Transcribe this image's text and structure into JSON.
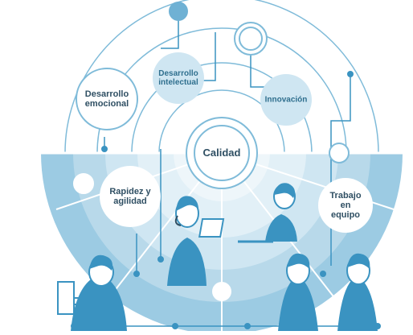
{
  "labels": {
    "desarrollo_emocional": "Desarrollo\nemocional",
    "desarrollo_intelectual": "Desarrollo\nintelectual",
    "innovacion": "Innovación",
    "calidad": "Calidad",
    "rapidez": "Rapidez y\nagilidad",
    "trabajo": "Trabajo\nen\nequipo"
  },
  "colors": {
    "accent": "#3a93c1",
    "light": "#cfe6f2",
    "mid": "#8cc2de",
    "dark": "#5aa6cf",
    "line": "#6fb1d4",
    "skin": "#ffffff"
  }
}
